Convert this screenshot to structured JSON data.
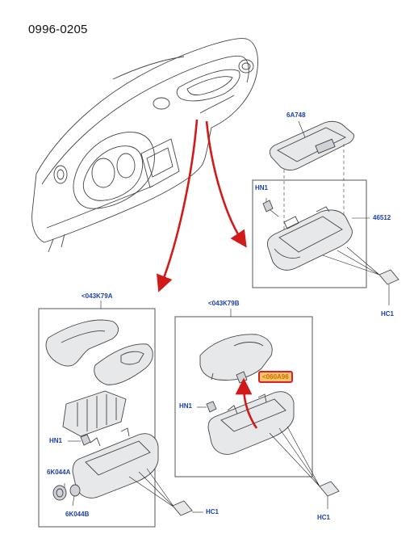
{
  "document": {
    "id": "0996-0205"
  },
  "callouts": {
    "tray_lid": "6A748",
    "fastener_top": "HN1",
    "tray_assembly": "46512",
    "clip_top_right": "HC1",
    "left_group": "<043K79A",
    "right_group": "<043K79B",
    "highlighted_part": "<060A96",
    "fastener_mid": "HN1",
    "fastener_left": "HN1",
    "switch_a": "6K044A",
    "switch_b": "6K044B",
    "clip_left": "HC1",
    "clip_right": "HC1"
  },
  "colors": {
    "callout_text": "#1a3fb0",
    "arrow": "#d11a1a",
    "highlight_fill": "#f4c66b",
    "highlight_border": "#d6202a"
  }
}
